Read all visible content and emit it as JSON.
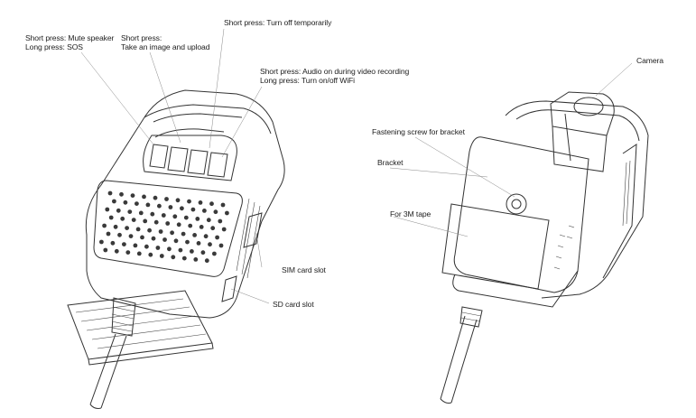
{
  "labels": {
    "mute": {
      "line1": "Short press: Mute speaker",
      "line2": "Long press: SOS"
    },
    "image": {
      "line1": "Short press:",
      "line2": "Take an image and upload"
    },
    "turn_off": {
      "line1": "Short press: Turn off temporarily"
    },
    "audio": {
      "line1": "Short press: Audio on during video recording",
      "line2": "Long press: Turn on/off WiFi"
    },
    "sim": "SIM card slot",
    "sd": "SD card slot",
    "camera": "Camera",
    "screw": "Fastening screw for bracket",
    "bracket": "Bracket",
    "tape": "For 3M tape"
  }
}
